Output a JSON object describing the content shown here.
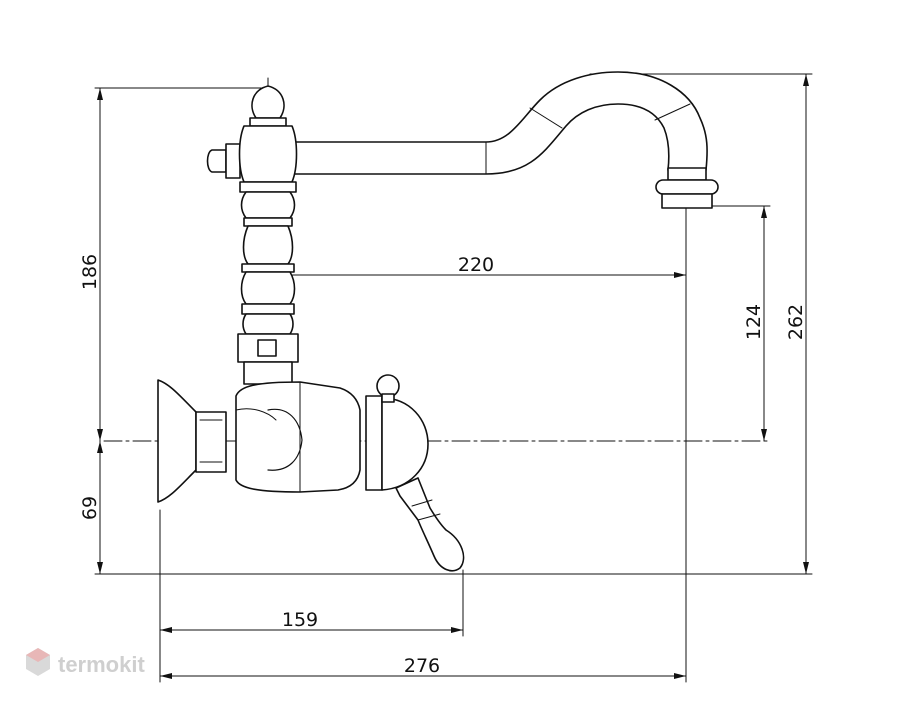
{
  "drawing": {
    "subject": "wall-mounted faucet",
    "line_color": "#111111",
    "fill_color": "#ffffff",
    "logo_color": "#cfcfcf",
    "logo_accent": "#e8b7b7"
  },
  "dimensions": {
    "height_top": "186",
    "spout_reach": "220",
    "spout_height": "124",
    "total_height": "262",
    "bottom_height": "69",
    "handle_reach": "159",
    "total_reach": "276"
  },
  "logo": {
    "text": "termokit",
    "icon": "hexagon-logo-icon"
  }
}
